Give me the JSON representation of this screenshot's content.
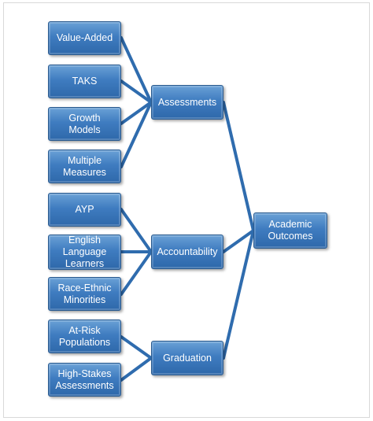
{
  "diagram": {
    "leaves": [
      {
        "label": "Value-Added"
      },
      {
        "label": "TAKS"
      },
      {
        "label": "Growth\nModels"
      },
      {
        "label": "Multiple\nMeasures"
      },
      {
        "label": "AYP"
      },
      {
        "label": "English\nLanguage\nLearners"
      },
      {
        "label": "Race-Ethnic\nMinorities"
      },
      {
        "label": "At-Risk\nPopulations"
      },
      {
        "label": "High-Stakes\nAssessments"
      }
    ],
    "groups": [
      {
        "label": "Assessments"
      },
      {
        "label": "Accountability"
      },
      {
        "label": "Graduation"
      }
    ],
    "root": {
      "label": "Academic\nOutcomes"
    },
    "colors": {
      "box": "#3f7cc0",
      "border": "#2a5a8e",
      "link": "#2f6cae",
      "text": "#ffffff"
    }
  }
}
